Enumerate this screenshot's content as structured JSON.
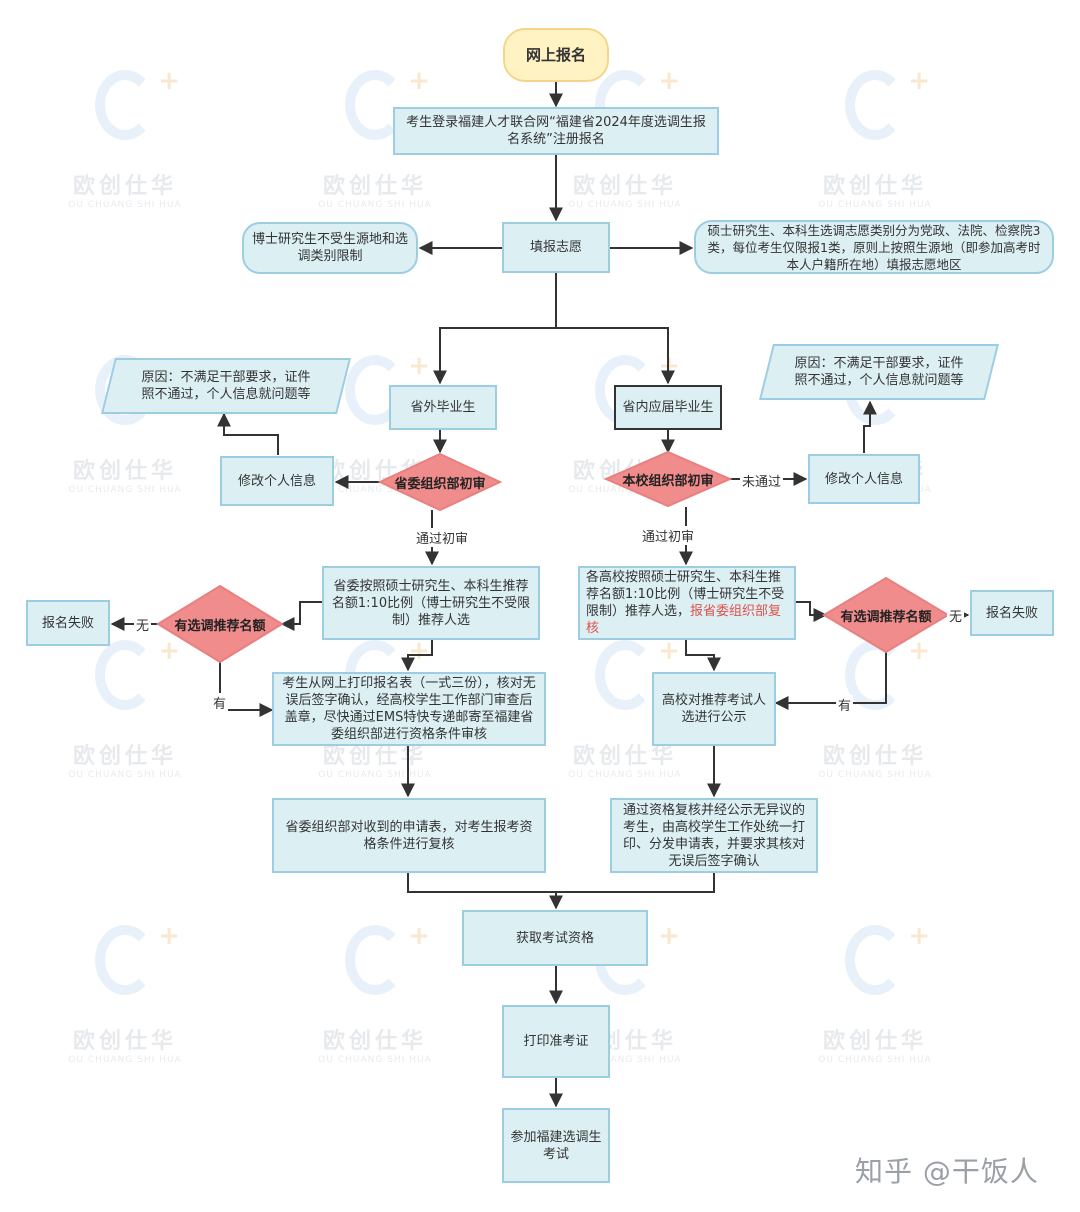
{
  "watermark": {
    "brand_cn": "欧创仕华",
    "brand_en": "OU CHUANG SHI HUA"
  },
  "nodes": {
    "start": "网上报名",
    "register": "考生登录福建人才联合网“福建省2024年度选调生报名系统”注册报名",
    "fill": "填报志愿",
    "left_note": "博士研究生不受生源地和选调类别限制",
    "right_note": "硕士研究生、本科生选调志愿类别分为党政、法院、检察院3类，每位考生仅限报1类，原则上按照生源地（即参加高考时本人户籍所在地）填报志愿地区",
    "out_grad": "省外毕业生",
    "in_grad": "省内应届毕业生",
    "reason_left": "原因：不满足干部要求，证件照不通过，个人信息就问题等",
    "reason_right": "原因：不满足干部要求，证件照不通过，个人信息就问题等",
    "modify_left": "修改个人信息",
    "modify_right": "修改个人信息",
    "dia_left_review": "省委组织部初审",
    "dia_right_review": "本校组织部初审",
    "left_recommend": "省委按照硕士研究生、本科生推荐名额1:10比例（博士研究生不受限制）推荐人选",
    "right_recommend_a": "各高校按照硕士研究生、本科生推荐名额1:10比例（博士研究生不受限制）推荐人选，",
    "right_recommend_b": "报省委组织部复核",
    "dia_left_quota": "有选调推荐名额",
    "dia_right_quota": "有选调推荐名额",
    "fail_left": "报名失败",
    "fail_right": "报名失败",
    "print_form": "考生从网上打印报名表（一式三份），核对无误后签字确认，经高校学生工作部门审查后盖章，尽快通过EMS特快专递邮寄至福建省委组织部进行资格条件审核",
    "publicity": "高校对推荐考试人选进行公示",
    "left_recheck": "省委组织部对收到的申请表，对考生报考资格条件进行复核",
    "right_recheck": "通过资格复核并经公示无异议的考生，由高校学生工作处统一打印、分发申请表，并要求其核对无误后签字确认",
    "qualify": "获取考试资格",
    "print_ticket": "打印准考证",
    "exam": "参加福建选调生考试"
  },
  "edge_labels": {
    "pass_left": "通过初审",
    "pass_right": "通过初审",
    "not_pass": "未通过",
    "none_left": "无",
    "none_right": "无",
    "has_left": "有",
    "has_right": "有"
  },
  "colors": {
    "box_fill": "#dcf0f4",
    "box_border": "#9ccde2",
    "diamond_fill": "#f08c8c",
    "start_fill": "#fff3c4",
    "line": "#333333",
    "highlight_text": "#e0504b"
  },
  "footer": {
    "credit": "知乎 @干饭人"
  }
}
